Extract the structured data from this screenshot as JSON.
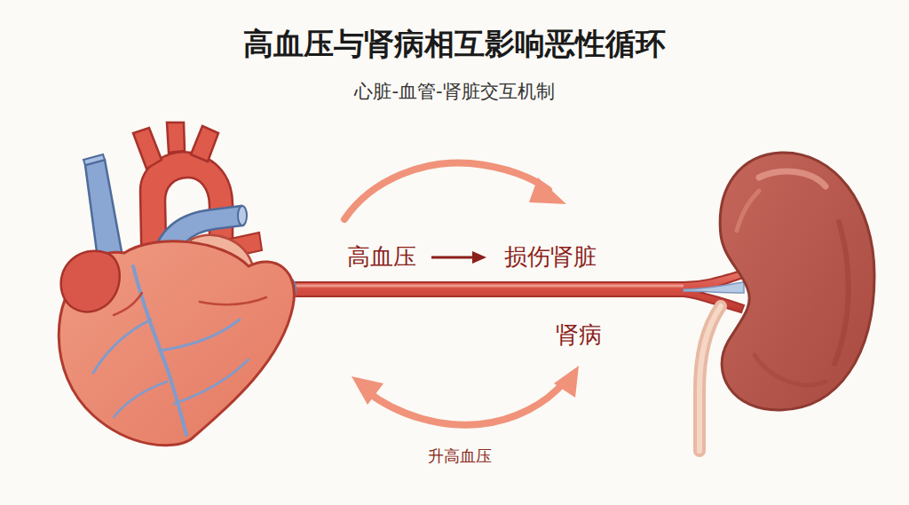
{
  "diagram": {
    "title": "高血压与肾病相互影响恶性循环",
    "labels": [
      "心脏-血管-肾脏交互机制",
      "高血压",
      "损伤肾脏",
      "肾病",
      "升高血压"
    ]
  }
}
